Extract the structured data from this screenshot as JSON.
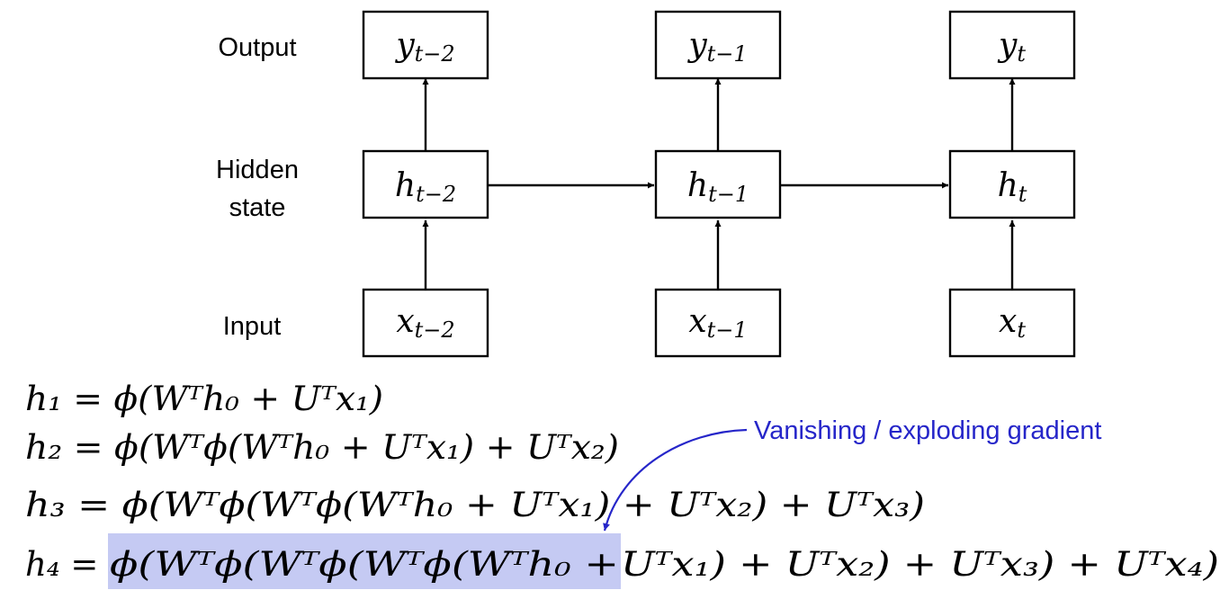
{
  "rows": {
    "output": "Output",
    "hidden_line1": "Hidden",
    "hidden_line2": "state",
    "input": "Input"
  },
  "columns": [
    {
      "y": {
        "var": "y",
        "sub": "t−2"
      },
      "h": {
        "var": "h",
        "sub": "t−2"
      },
      "x": {
        "var": "x",
        "sub": "t−2"
      }
    },
    {
      "y": {
        "var": "y",
        "sub": "t−1"
      },
      "h": {
        "var": "h",
        "sub": "t−1"
      },
      "x": {
        "var": "x",
        "sub": "t−1"
      }
    },
    {
      "y": {
        "var": "y",
        "sub": "t"
      },
      "h": {
        "var": "h",
        "sub": "t"
      },
      "x": {
        "var": "x",
        "sub": "t"
      }
    }
  ],
  "equations": [
    {
      "lhs": "h₁ = ",
      "highlight": "",
      "rest": "ϕ(Wᵀh₀ + Uᵀx₁)"
    },
    {
      "lhs": "h₂ = ",
      "highlight": "",
      "rest": "ϕ(Wᵀϕ(Wᵀh₀ + Uᵀx₁) + Uᵀx₂)"
    },
    {
      "lhs": "h₃ = ",
      "highlight": "",
      "rest": "ϕ(Wᵀϕ(Wᵀϕ(Wᵀh₀ + Uᵀx₁) + Uᵀx₂) + Uᵀx₃)"
    },
    {
      "lhs": "h₄ = ",
      "highlight": "ϕ(Wᵀϕ(Wᵀϕ(Wᵀϕ(Wᵀh₀ +",
      "rest": " Uᵀx₁) + Uᵀx₂) + Uᵀx₃) + Uᵀx₄)"
    }
  ],
  "annotation": {
    "text": "Vanishing / exploding gradient",
    "color": "#2626c9",
    "highlight_color": "#c5caf3"
  }
}
